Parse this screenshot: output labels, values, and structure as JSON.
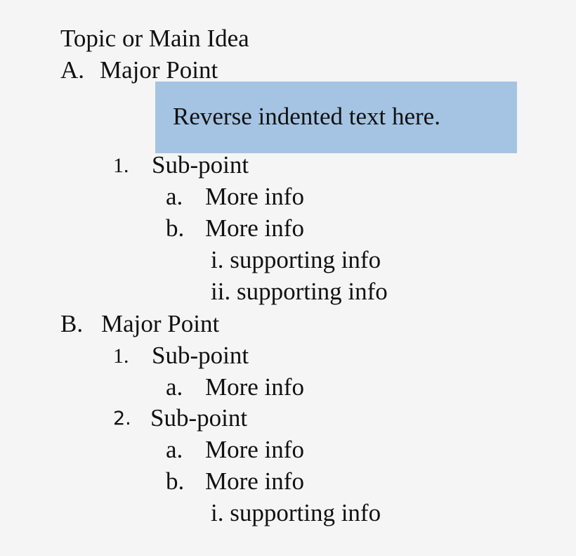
{
  "outline": {
    "title": "Topic or Main Idea",
    "major_a": {
      "marker": "A.",
      "text": "Major Point"
    },
    "callout": {
      "text": "Reverse indented text here."
    },
    "a_sub1": {
      "marker": "1.",
      "text": "Sub-point"
    },
    "a_sub1_a": {
      "marker": "a.",
      "text": "More info"
    },
    "a_sub1_b": {
      "marker": "b.",
      "text": "More info"
    },
    "a_sub1_b_i": {
      "text": "i. supporting info"
    },
    "a_sub1_b_ii": {
      "text": "ii. supporting info"
    },
    "major_b": {
      "marker": "B.",
      "text": "Major Point"
    },
    "b_sub1": {
      "marker": "1.",
      "text": "Sub-point"
    },
    "b_sub1_a": {
      "marker": "a.",
      "text": "More info"
    },
    "b_sub2": {
      "marker": "2.",
      "text": "Sub-point"
    },
    "b_sub2_a": {
      "marker": "a.",
      "text": "More info"
    },
    "b_sub2_b": {
      "marker": "b.",
      "text": "More info"
    },
    "b_sub2_b_i": {
      "text": "i. supporting info"
    }
  },
  "colors": {
    "page_background": "#f5f5f5",
    "callout_background": "#a5c4e3",
    "text": "#111111"
  }
}
